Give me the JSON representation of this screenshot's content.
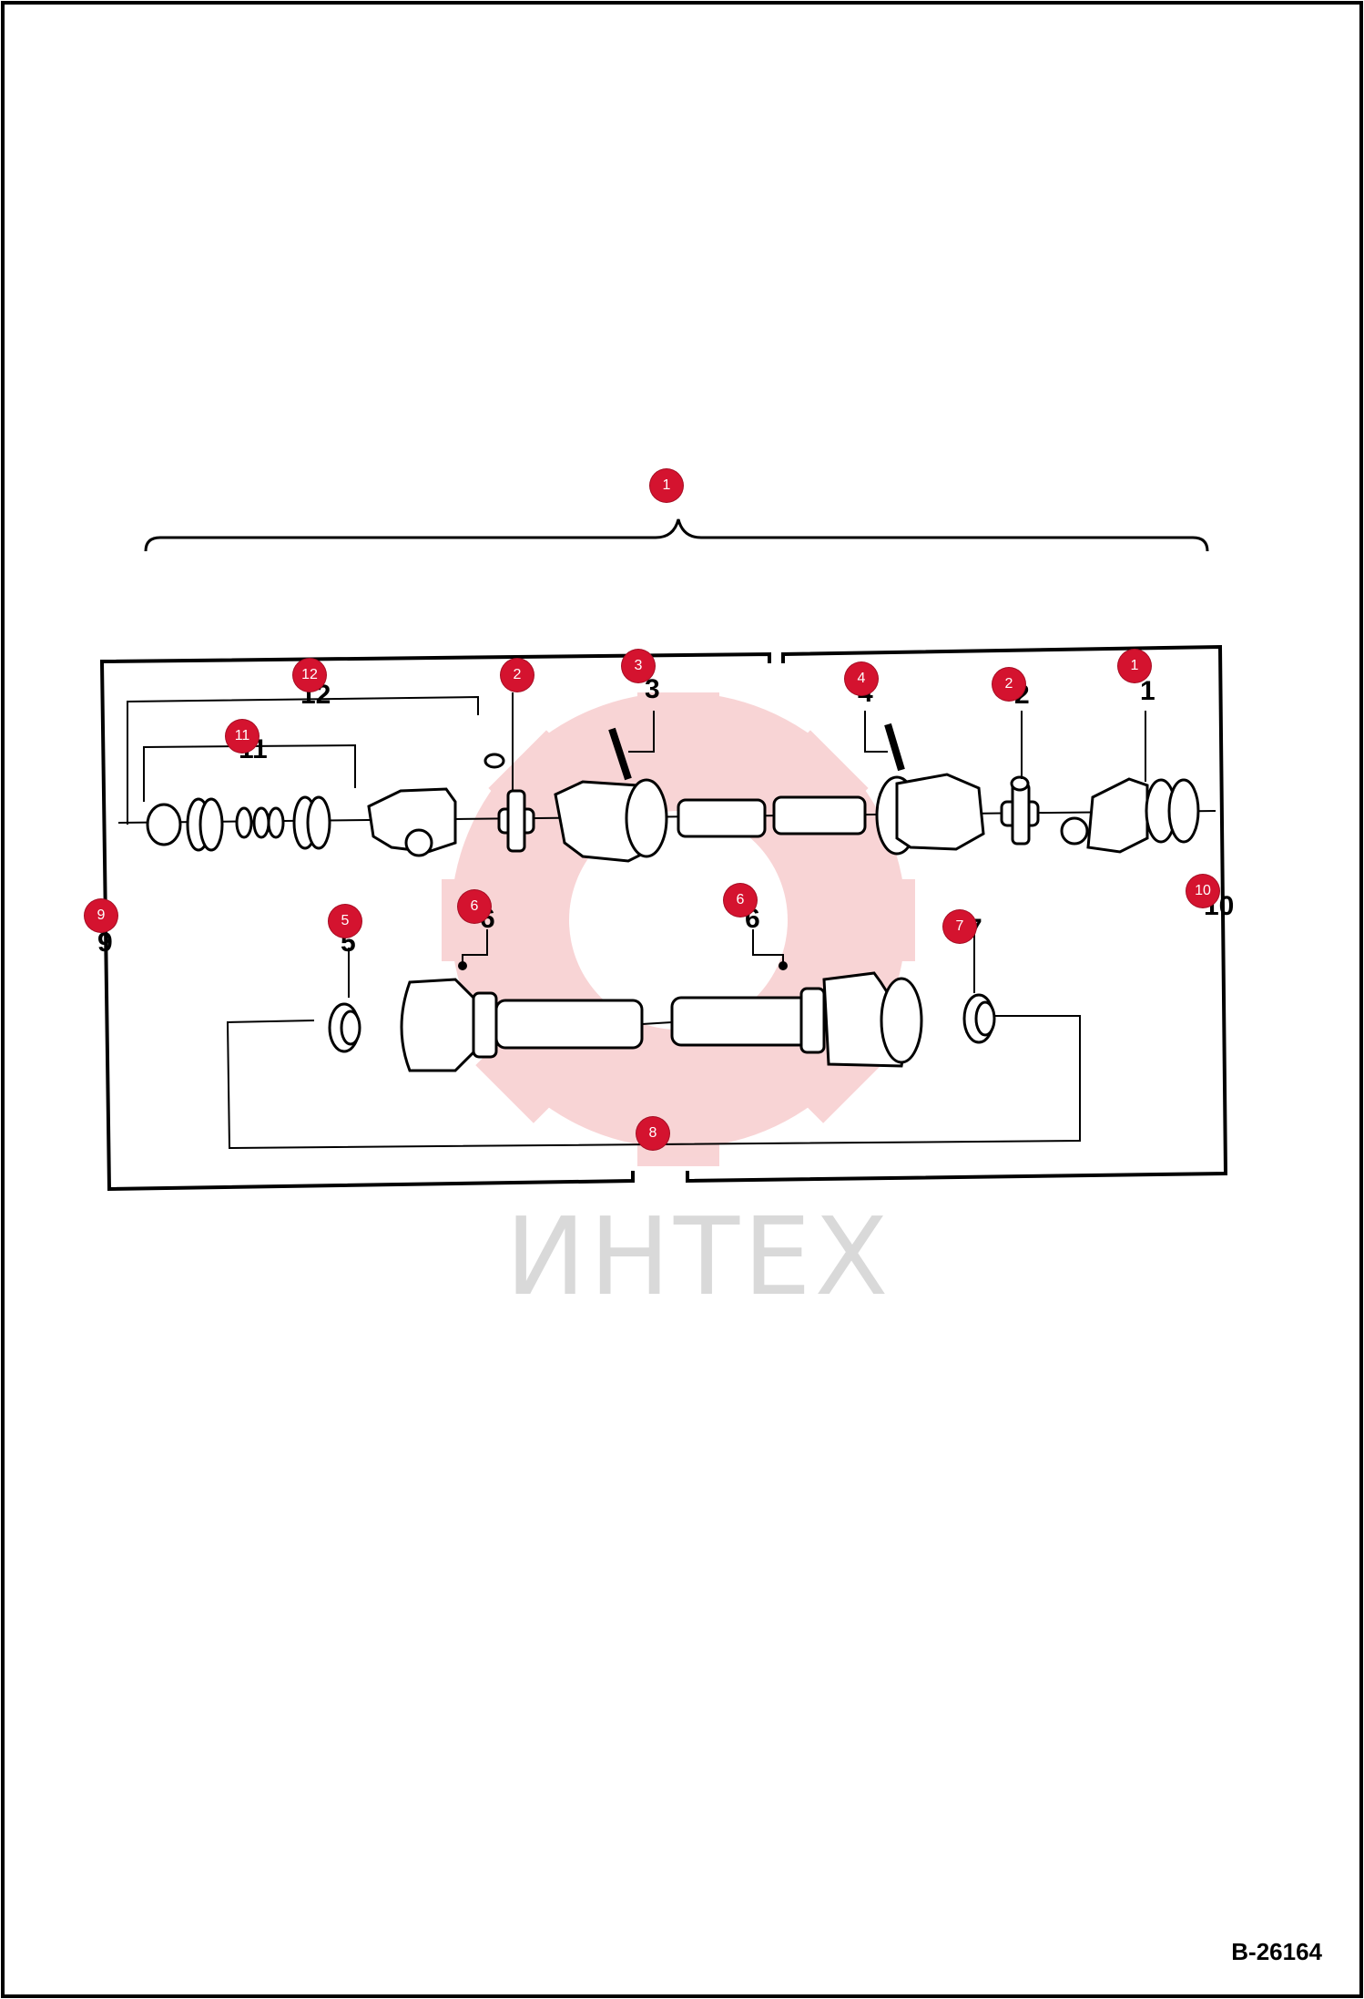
{
  "drawing_number": "B-26164",
  "watermark": "ИНТЕХ",
  "colors": {
    "pin": "#d4132f",
    "watermark_gear": "#f6c6c8",
    "line": "#000000"
  },
  "pins": [
    {
      "id": "pin-1-top",
      "label": "1"
    },
    {
      "id": "pin-12",
      "label": "12"
    },
    {
      "id": "pin-2-left",
      "label": "2"
    },
    {
      "id": "pin-3",
      "label": "3"
    },
    {
      "id": "pin-4",
      "label": "4"
    },
    {
      "id": "pin-2-right",
      "label": "2"
    },
    {
      "id": "pin-1-right",
      "label": "1"
    },
    {
      "id": "pin-11",
      "label": "11"
    },
    {
      "id": "pin-9",
      "label": "9"
    },
    {
      "id": "pin-10",
      "label": "10"
    },
    {
      "id": "pin-5",
      "label": "5"
    },
    {
      "id": "pin-6-left",
      "label": "6"
    },
    {
      "id": "pin-6-right",
      "label": "6"
    },
    {
      "id": "pin-7",
      "label": "7"
    },
    {
      "id": "pin-8",
      "label": "8"
    }
  ],
  "callouts": [
    {
      "id": "callout-12",
      "label": "12"
    },
    {
      "id": "callout-3",
      "label": "3"
    },
    {
      "id": "callout-4",
      "label": "4"
    },
    {
      "id": "callout-2-right",
      "label": "2"
    },
    {
      "id": "callout-1",
      "label": "1"
    },
    {
      "id": "callout-11",
      "label": "11"
    },
    {
      "id": "callout-9",
      "label": "9"
    },
    {
      "id": "callout-10",
      "label": "10"
    },
    {
      "id": "callout-5",
      "label": "5"
    },
    {
      "id": "callout-6-left",
      "label": "6"
    },
    {
      "id": "callout-6-right",
      "label": "6"
    },
    {
      "id": "callout-7",
      "label": "7"
    }
  ]
}
